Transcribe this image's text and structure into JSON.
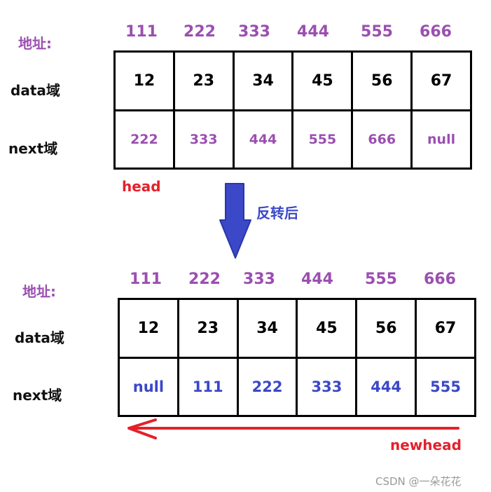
{
  "colors": {
    "address": "#9b4fb0",
    "next_before": "#9b4fb0",
    "next_after": "#3b48c8",
    "red": "#e5202a",
    "blue_arrow": "#3b48c8"
  },
  "top": {
    "address_label": "地址:",
    "addresses": [
      "111",
      "222",
      "333",
      "444",
      "555",
      "666"
    ],
    "data_label": "data域",
    "next_label": "next域",
    "data": [
      "12",
      "23",
      "34",
      "45",
      "56",
      "67"
    ],
    "next": [
      "222",
      "333",
      "444",
      "555",
      "666",
      "null"
    ],
    "head_label": "head"
  },
  "transition": {
    "label": "反转后"
  },
  "bottom": {
    "address_label": "地址:",
    "addresses": [
      "111",
      "222",
      "333",
      "444",
      "555",
      "666"
    ],
    "data_label": "data域",
    "next_label": "next域",
    "data": [
      "12",
      "23",
      "34",
      "45",
      "56",
      "67"
    ],
    "next": [
      "null",
      "111",
      "222",
      "333",
      "444",
      "555"
    ],
    "newhead_label": "newhead"
  },
  "watermark": "CSDN @一朵花花"
}
